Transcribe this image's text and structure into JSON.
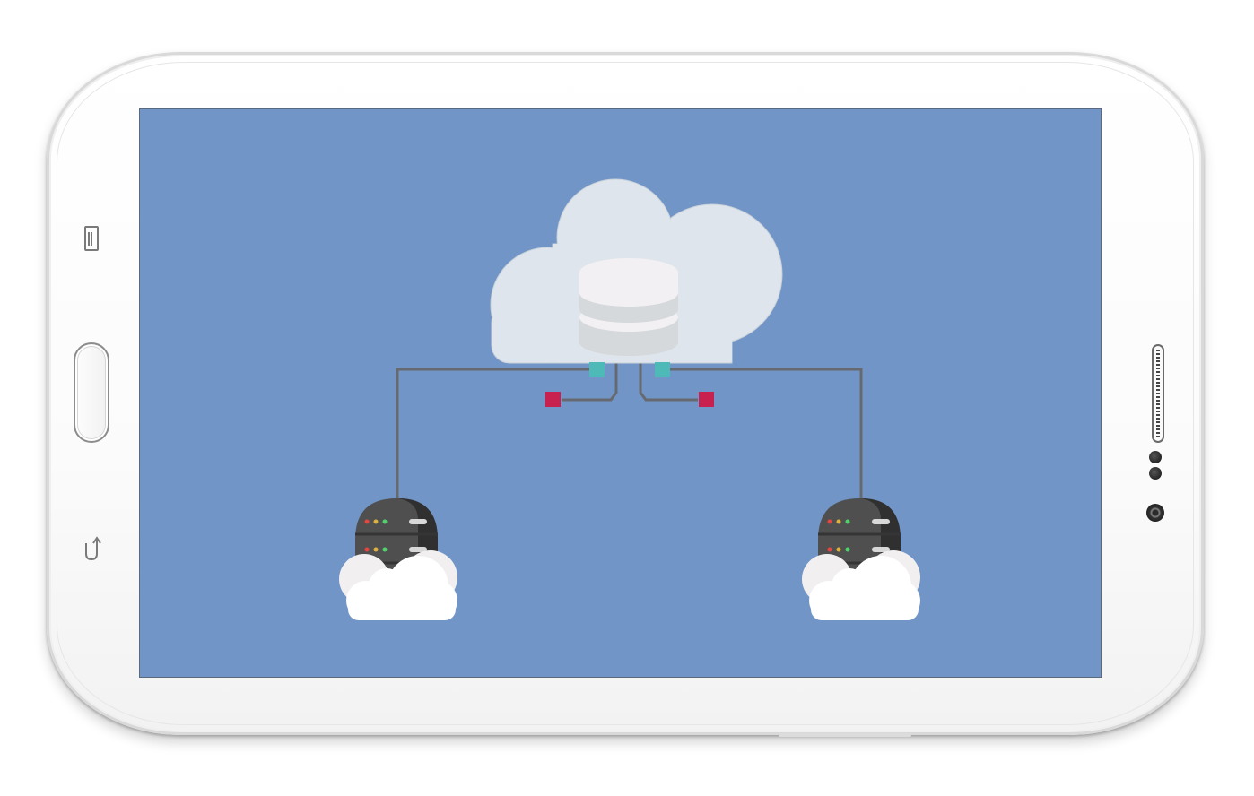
{
  "device": {
    "type": "tablet",
    "orientation": "landscape",
    "body_color": "#ffffff",
    "screen_color": "#7195c6"
  },
  "diagram": {
    "central_node": {
      "shape": "cloud",
      "cloud_color": "#dee5ec",
      "icon": "database-icon",
      "database_color": "#f2f0f2"
    },
    "endpoints": [
      {
        "icon": "server-icon",
        "base": "cloud",
        "side": "left"
      },
      {
        "icon": "server-icon",
        "base": "cloud",
        "side": "right"
      }
    ],
    "connectors": {
      "line_color": "#666a70",
      "port_color": "#4dbab7",
      "terminal_color": "#c8204f"
    }
  },
  "hardware": {
    "buttons": [
      "menu-key",
      "home-key",
      "back-key"
    ],
    "features": [
      "speaker",
      "proximity-sensor",
      "front-camera"
    ]
  }
}
